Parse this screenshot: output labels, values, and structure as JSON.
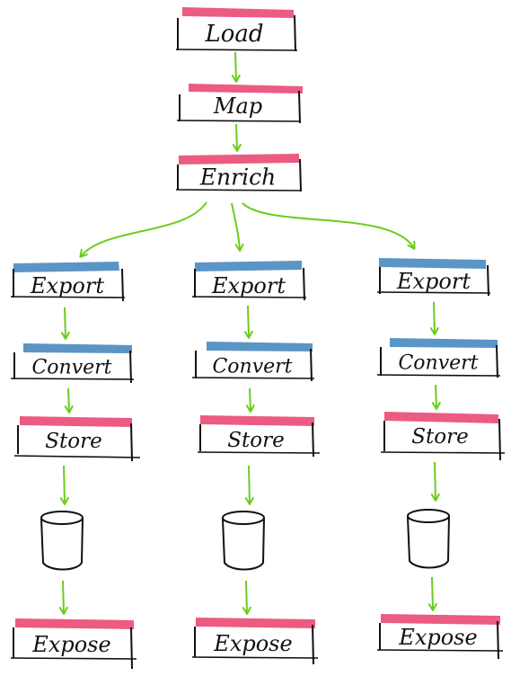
{
  "colors": {
    "load_accent": "#ec5b82",
    "export_accent": "#5b95c6",
    "arrow": "#6ccc1e",
    "ink": "#111111"
  },
  "top_steps": [
    {
      "label": "Load",
      "accent": "pink"
    },
    {
      "label": "Map",
      "accent": "pink"
    },
    {
      "label": "Enrich",
      "accent": "pink"
    }
  ],
  "branches": [
    {
      "steps": [
        {
          "label": "Export",
          "accent": "blue"
        },
        {
          "label": "Convert",
          "accent": "blue"
        },
        {
          "label": "Store",
          "accent": "pink"
        }
      ],
      "storage_icon": "database-cylinder-icon",
      "final": {
        "label": "Expose",
        "accent": "pink"
      }
    },
    {
      "steps": [
        {
          "label": "Export",
          "accent": "blue"
        },
        {
          "label": "Convert",
          "accent": "blue"
        },
        {
          "label": "Store",
          "accent": "pink"
        }
      ],
      "storage_icon": "database-cylinder-icon",
      "final": {
        "label": "Expose",
        "accent": "pink"
      }
    },
    {
      "steps": [
        {
          "label": "Export",
          "accent": "blue"
        },
        {
          "label": "Convert",
          "accent": "blue"
        },
        {
          "label": "Store",
          "accent": "pink"
        }
      ],
      "storage_icon": "database-cylinder-icon",
      "final": {
        "label": "Expose",
        "accent": "pink"
      }
    }
  ]
}
